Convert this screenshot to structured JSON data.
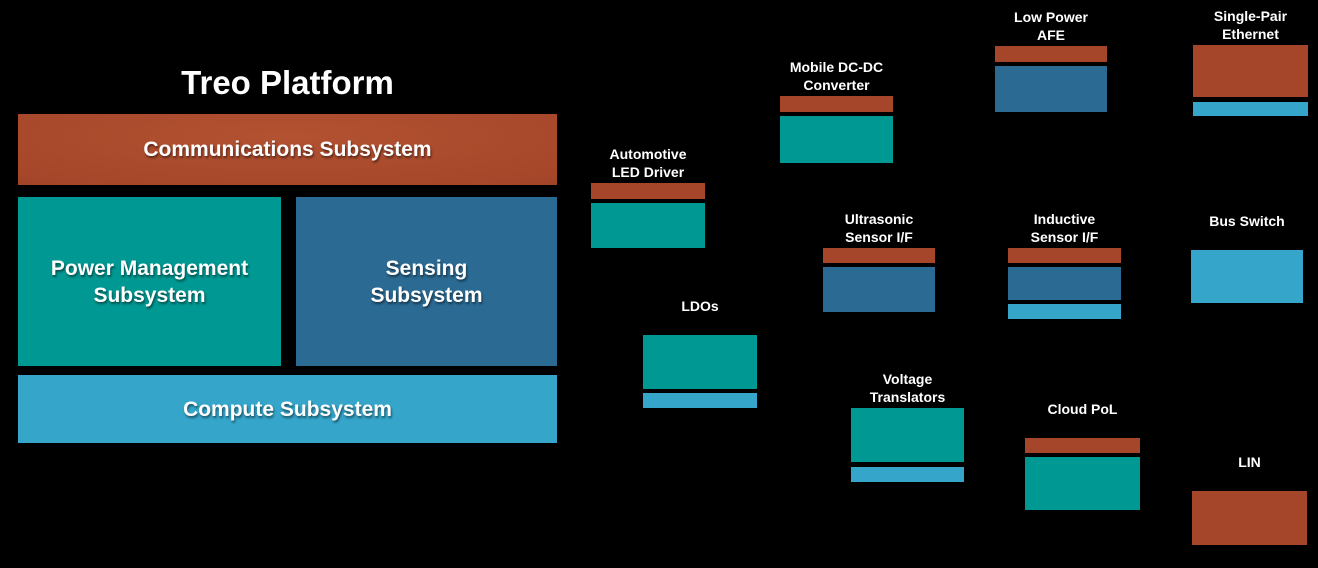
{
  "title": "Treo Platform",
  "palette": {
    "rust": "#A5462A",
    "rust_gradient_light": "#B25231",
    "rust_gradient_dark": "#702C12",
    "teal": "#009892",
    "steel_blue": "#2B6A93",
    "light_blue": "#35A5CA",
    "background": "#000000",
    "text": "#FFFFFF"
  },
  "subsystems": {
    "communications": {
      "label": "Communications Subsystem",
      "color": "rust"
    },
    "power": {
      "label": "Power Management\nSubsystem",
      "color": "teal"
    },
    "sensing": {
      "label": "Sensing\nSubsystem",
      "color": "steel_blue"
    },
    "compute": {
      "label": "Compute Subsystem",
      "color": "light_blue"
    }
  },
  "products": [
    {
      "name": "automotive-led-driver",
      "label": "Automotive\nLED Driver",
      "segments": [
        "rust",
        "teal"
      ]
    },
    {
      "name": "mobile-dcdc-converter",
      "label": "Mobile DC-DC\nConverter",
      "segments": [
        "rust",
        "teal"
      ]
    },
    {
      "name": "low-power-afe",
      "label": "Low Power\nAFE",
      "segments": [
        "rust",
        "steel_blue"
      ]
    },
    {
      "name": "single-pair-ethernet",
      "label": "Single-Pair\nEthernet",
      "segments": [
        "rust",
        "light_blue"
      ]
    },
    {
      "name": "ultrasonic-sensor-if",
      "label": "Ultrasonic\nSensor I/F",
      "segments": [
        "rust",
        "steel_blue"
      ]
    },
    {
      "name": "inductive-sensor-if",
      "label": "Inductive\nSensor I/F",
      "segments": [
        "rust",
        "steel_blue",
        "light_blue"
      ]
    },
    {
      "name": "bus-switch",
      "label": "Bus Switch",
      "segments": [
        "light_blue"
      ]
    },
    {
      "name": "ldos",
      "label": "LDOs",
      "segments": [
        "teal",
        "light_blue"
      ]
    },
    {
      "name": "voltage-translators",
      "label": "Voltage\nTranslators",
      "segments": [
        "teal",
        "light_blue"
      ]
    },
    {
      "name": "cloud-pol",
      "label": "Cloud PoL",
      "segments": [
        "rust",
        "teal"
      ]
    },
    {
      "name": "lin",
      "label": "LIN",
      "segments": [
        "rust"
      ]
    }
  ]
}
